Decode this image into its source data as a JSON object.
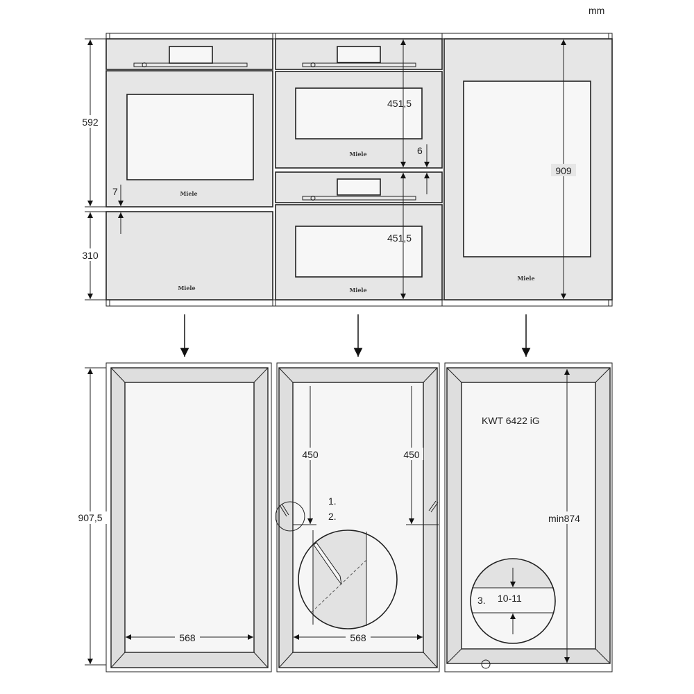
{
  "unit_label": "mm",
  "brand_logo": "Miele",
  "front_view": {
    "dims": {
      "left_upper": "592",
      "left_gap": "7",
      "left_lower": "310",
      "middle_upper": "451,5",
      "middle_gap": "6",
      "middle_lower": "451,5",
      "right": "909"
    }
  },
  "niche_view": {
    "dims": {
      "height": "907,5",
      "left_width": "568",
      "middle_width": "568",
      "middle_mark_left": "450",
      "middle_mark_right": "450",
      "right_min": "min874"
    },
    "steps": [
      "1.",
      "2.",
      "3."
    ],
    "detail_gap": "10-11",
    "model": "KWT 6422 iG"
  }
}
